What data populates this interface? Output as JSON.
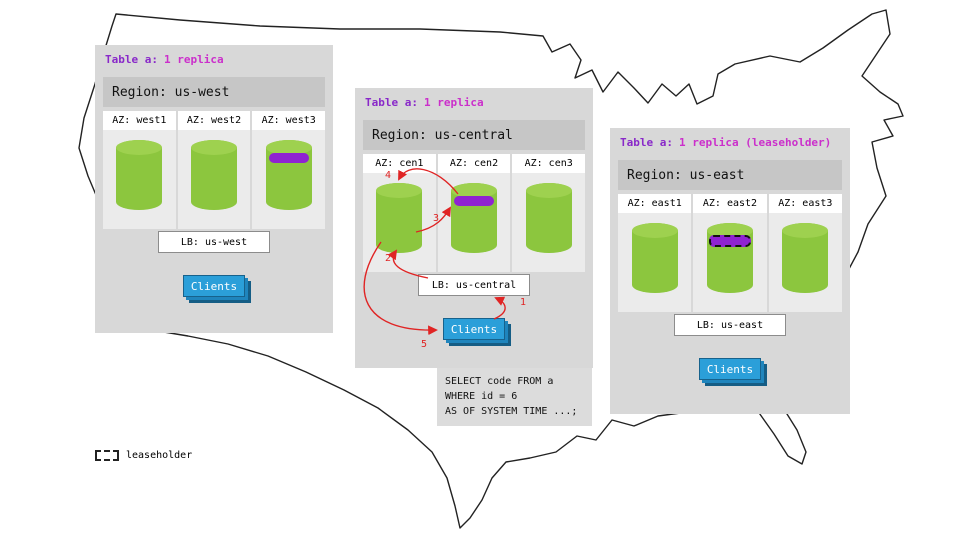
{
  "legend": {
    "label": "leaseholder"
  },
  "sql": {
    "line1": "SELECT code FROM a",
    "line2": "WHERE id = 6",
    "line3": "AS OF SYSTEM TIME ...;"
  },
  "arrows": {
    "labels": [
      "1",
      "2",
      "3",
      "4",
      "5"
    ]
  },
  "regions": [
    {
      "table_label": "Table a:",
      "replica_label": "1 replica",
      "region_label": "Region: us-west",
      "azs": [
        {
          "label": "AZ: west1",
          "replica": false,
          "leaseholder": false
        },
        {
          "label": "AZ: west2",
          "replica": false,
          "leaseholder": false
        },
        {
          "label": "AZ: west3",
          "replica": true,
          "leaseholder": false
        }
      ],
      "lb_label": "LB: us-west",
      "clients_label": "Clients"
    },
    {
      "table_label": "Table a:",
      "replica_label": "1 replica",
      "region_label": "Region: us-central",
      "azs": [
        {
          "label": "AZ: cen1",
          "replica": false,
          "leaseholder": false
        },
        {
          "label": "AZ: cen2",
          "replica": true,
          "leaseholder": false
        },
        {
          "label": "AZ: cen3",
          "replica": false,
          "leaseholder": false
        }
      ],
      "lb_label": "LB: us-central",
      "clients_label": "Clients"
    },
    {
      "table_label": "Table a:",
      "replica_label": "1 replica (leaseholder)",
      "region_label": "Region: us-east",
      "azs": [
        {
          "label": "AZ: east1",
          "replica": false,
          "leaseholder": false
        },
        {
          "label": "AZ: east2",
          "replica": true,
          "leaseholder": true
        },
        {
          "label": "AZ: east3",
          "replica": false,
          "leaseholder": false
        }
      ],
      "lb_label": "LB: us-east",
      "clients_label": "Clients"
    }
  ],
  "colors": {
    "cylinder_green": "#8cc63e",
    "replica_band_purple": "#8f23d1",
    "clients_blue": "#2b9fd9",
    "arrow_red": "#e02424",
    "table_label_purple": "#8929c9",
    "replica_label_magenta": "#cb2fcb",
    "panel_gray": "#d8d8d8"
  }
}
